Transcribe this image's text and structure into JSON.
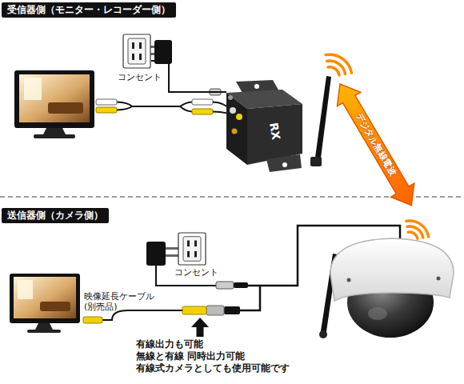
{
  "diagram": {
    "nodes": [
      {
        "text": [
          "受信器側（モニター・レコーダー側）"
        ]
      },
      {
        "text": [
          "コンセント"
        ]
      },
      {
        "text": [
          "RX"
        ]
      },
      {
        "text": [
          "送信器側（カメラ側）"
        ]
      },
      {
        "text": [
          "コンセント"
        ]
      }
    ],
    "edges": [
      {
        "from": 1,
        "to": 2,
        "arrow": "none"
      }
    ],
    "labels": [
      "デジタル無線電波",
      "映像延長ケーブル (別売品)",
      "有線出力も可能",
      "無線と有線 同時出力可能",
      "有線式カメラとしても使用可能です"
    ]
  }
}
